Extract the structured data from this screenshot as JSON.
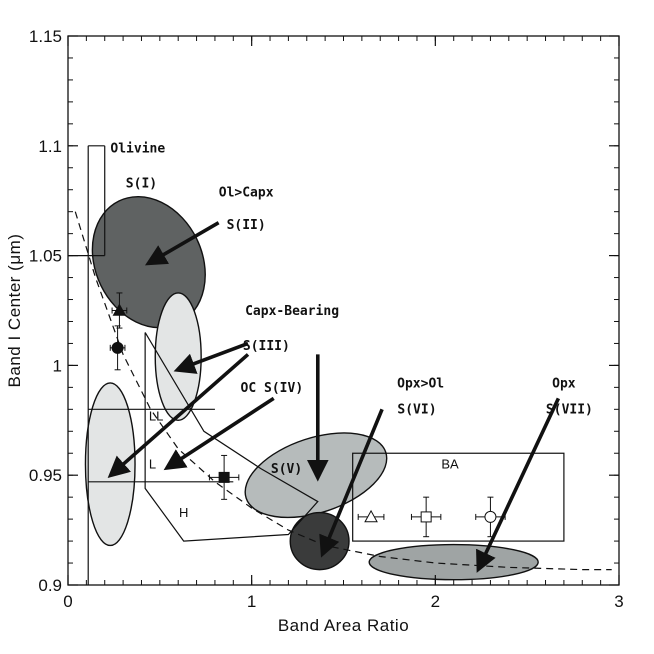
{
  "chart_data": {
    "type": "scatter",
    "xlabel": "Band Area Ratio",
    "ylabel": "Band I Center (μm)",
    "xlim": [
      0,
      3
    ],
    "ylim": [
      0.9,
      1.15
    ],
    "xticks": [
      0,
      1,
      2,
      3
    ],
    "xtick_labels": [
      "0",
      "1",
      "2",
      "3"
    ],
    "yticks": [
      0.9,
      0.95,
      1,
      1.05,
      1.1,
      1.15
    ],
    "ytick_labels": [
      "0.9",
      "0.95",
      "1",
      "1.05",
      "1.1",
      "1.15"
    ],
    "grid": false,
    "ellipses": [
      {
        "name": "S(II)",
        "cx": 0.44,
        "cy": 1.047,
        "rx": 0.29,
        "ry": 0.031,
        "angle": -0.6,
        "fill": "#5f6262"
      },
      {
        "name": "S(III)",
        "cx": 0.6,
        "cy": 1.004,
        "rx": 0.125,
        "ry": 0.029,
        "angle": 0,
        "fill": "#e3e5e5"
      },
      {
        "name": "S(IV)",
        "cx": 0.23,
        "cy": 0.955,
        "rx": 0.135,
        "ry": 0.037,
        "angle": 0,
        "fill": "#e3e5e5"
      },
      {
        "name": "S(V)",
        "cx": 1.35,
        "cy": 0.95,
        "rx": 0.4,
        "ry": 0.017,
        "angle": -0.1,
        "fill": "#b6bbbb"
      },
      {
        "name": "S(VI)",
        "cx": 1.37,
        "cy": 0.92,
        "rx": 0.16,
        "ry": 0.013,
        "angle": 0,
        "fill": "#3a3b3b"
      },
      {
        "name": "S(VII)",
        "cx": 2.1,
        "cy": 0.9104,
        "rx": 0.46,
        "ry": 0.008,
        "angle": 0,
        "fill": "#9fa4a4"
      }
    ],
    "region_labels": [
      {
        "text": "Olivine",
        "x": 0.38,
        "y": 1.097
      },
      {
        "text": "S(I)",
        "x": 0.4,
        "y": 1.081
      },
      {
        "text": "Ol>Capx",
        "x": 0.97,
        "y": 1.077
      },
      {
        "text": "S(II)",
        "x": 0.97,
        "y": 1.062
      },
      {
        "text": "Capx-Bearing",
        "x": 1.22,
        "y": 1.023
      },
      {
        "text": "S(III)",
        "x": 1.08,
        "y": 1.007
      },
      {
        "text": "OC S(IV)",
        "x": 1.11,
        "y": 0.988
      },
      {
        "text": "S(V)",
        "x": 1.19,
        "y": 0.951
      },
      {
        "text": "Opx>Ol",
        "x": 1.92,
        "y": 0.99
      },
      {
        "text": "S(VI)",
        "x": 1.9,
        "y": 0.978
      },
      {
        "text": "Opx",
        "x": 2.7,
        "y": 0.99
      },
      {
        "text": "S(VII)",
        "x": 2.73,
        "y": 0.978
      }
    ],
    "meteorite_labels": [
      {
        "text": "LL",
        "x": 0.48,
        "y": 0.975
      },
      {
        "text": "L",
        "x": 0.46,
        "y": 0.953
      },
      {
        "text": "H",
        "x": 0.63,
        "y": 0.931
      },
      {
        "text": "BA",
        "x": 2.08,
        "y": 0.953
      }
    ],
    "olivine_box": [
      [
        0.2,
        1.1
      ],
      [
        0.2,
        1.05
      ]
    ],
    "ol_lines": [
      {
        "x": [
          0.2,
          0.2
        ],
        "y": [
          1.1,
          1.05
        ]
      },
      {
        "x": [
          0.11,
          0.2
        ],
        "y": [
          1.1,
          1.1
        ]
      },
      {
        "x": [
          0.11,
          0.11
        ],
        "y": [
          1.1,
          0.9
        ]
      },
      {
        "x": [
          0.0,
          0.2
        ],
        "y": [
          1.05,
          1.05
        ]
      }
    ],
    "ll_line": {
      "x": [
        0.11,
        0.8
      ],
      "y": [
        0.98,
        0.98
      ]
    },
    "h_line": {
      "x": [
        0.11,
        0.9
      ],
      "y": [
        0.947,
        0.947
      ]
    },
    "oc_polygon": {
      "x": [
        0.42,
        0.74,
        1.05,
        1.36,
        1.2,
        0.63,
        0.42,
        0.42
      ],
      "y": [
        1.015,
        0.97,
        0.953,
        0.938,
        0.923,
        0.92,
        0.944,
        1.015
      ]
    },
    "ba_box": {
      "x": [
        1.55,
        2.7
      ],
      "y": [
        0.92,
        0.96
      ]
    },
    "dashed_curve": {
      "x": [
        0.04,
        0.15,
        0.3,
        0.45,
        0.6,
        0.8,
        1.0,
        1.2,
        1.4,
        1.7,
        2.0,
        2.4,
        2.8,
        2.96
      ],
      "y": [
        1.07,
        1.04,
        1.005,
        0.98,
        0.962,
        0.947,
        0.935,
        0.925,
        0.918,
        0.913,
        0.91,
        0.908,
        0.907,
        0.907
      ]
    },
    "points": [
      {
        "marker": "triangle-filled",
        "x": 0.28,
        "y": 1.025,
        "xerr": 0.04,
        "yerr": 0.008
      },
      {
        "marker": "circle-filled",
        "x": 0.27,
        "y": 1.008,
        "xerr": 0.04,
        "yerr": 0.01
      },
      {
        "marker": "square-filled",
        "x": 0.85,
        "y": 0.949,
        "xerr": 0.08,
        "yerr": 0.01
      },
      {
        "marker": "triangle-open",
        "x": 1.65,
        "y": 0.931,
        "xerr": 0.07,
        "yerr": 0.0
      },
      {
        "marker": "square-open",
        "x": 1.95,
        "y": 0.931,
        "xerr": 0.08,
        "yerr": 0.009
      },
      {
        "marker": "circle-open",
        "x": 2.3,
        "y": 0.931,
        "xerr": 0.08,
        "yerr": 0.009
      }
    ],
    "arrows": [
      {
        "from": [
          0.82,
          1.065
        ],
        "to": [
          0.47,
          1.048
        ]
      },
      {
        "from": [
          0.98,
          1.01
        ],
        "to": [
          0.63,
          0.999
        ]
      },
      {
        "from": [
          0.98,
          1.005
        ],
        "to": [
          0.26,
          0.952
        ]
      },
      {
        "from": [
          1.12,
          0.985
        ],
        "to": [
          0.57,
          0.955
        ]
      },
      {
        "from": [
          1.36,
          1.005
        ],
        "to": [
          1.36,
          0.952
        ]
      },
      {
        "from": [
          1.71,
          0.98
        ],
        "to": [
          1.4,
          0.917
        ]
      },
      {
        "from": [
          2.67,
          0.985
        ],
        "to": [
          2.25,
          0.91
        ]
      }
    ]
  }
}
